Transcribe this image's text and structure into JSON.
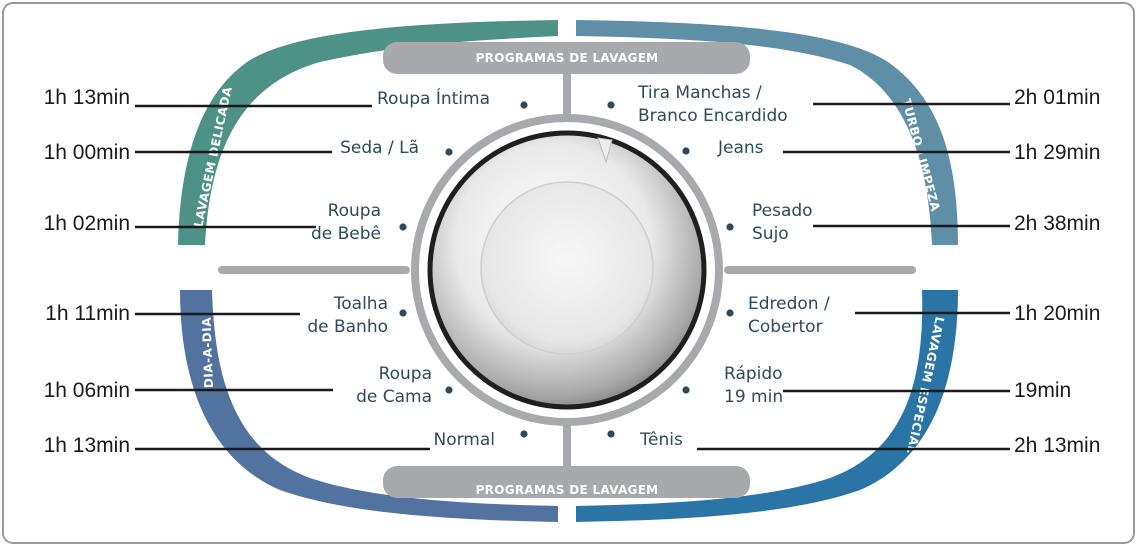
{
  "header_label": "PROGRAMAS DE LAVAGEM",
  "footer_label": "PROGRAMAS DE LAVAGEM",
  "groups": {
    "top_left": {
      "label": "LAVAGEM DELICADA",
      "color": "#4e9186"
    },
    "top_right": {
      "label": "TURBO LIMPEZA",
      "color": "#5f8fa6"
    },
    "bottom_left": {
      "label": "DIA-A-DIA",
      "color": "#5272a0"
    },
    "bottom_right": {
      "label": "LAVAGEM ESPECIAL",
      "color": "#2b74a6"
    }
  },
  "programs": [
    {
      "name": [
        "Roupa Íntima"
      ],
      "time": "1h 13min"
    },
    {
      "name": [
        "Seda / Lã"
      ],
      "time": "1h 00min"
    },
    {
      "name": [
        "Roupa",
        "de Bebê"
      ],
      "time": "1h 02min"
    },
    {
      "name": [
        "Toalha",
        "de Banho"
      ],
      "time": "1h 11min"
    },
    {
      "name": [
        "Roupa",
        "de Cama"
      ],
      "time": "1h 06min"
    },
    {
      "name": [
        "Normal"
      ],
      "time": "1h 13min"
    },
    {
      "name": [
        "Tira Manchas /",
        "Branco Encardido"
      ],
      "time": "2h 01min"
    },
    {
      "name": [
        "Jeans"
      ],
      "time": "1h 29min"
    },
    {
      "name": [
        "Pesado",
        "Sujo"
      ],
      "time": "2h 38min"
    },
    {
      "name": [
        "Edredon /",
        "Cobertor"
      ],
      "time": "1h 20min"
    },
    {
      "name": [
        "Rápido",
        "19 min"
      ],
      "time": "19min"
    },
    {
      "name": [
        "Tênis"
      ],
      "time": "2h 13min"
    }
  ],
  "colors": {
    "frame": "#a7a9ac",
    "text": "#2d4a5c",
    "bar": "#a7a9ac"
  }
}
